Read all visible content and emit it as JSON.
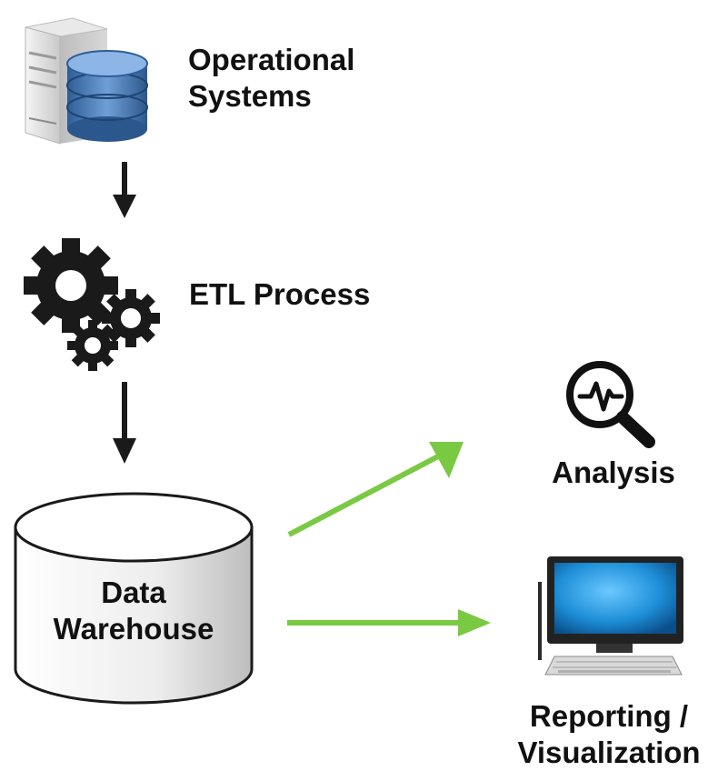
{
  "nodes": {
    "operational": {
      "line1": "Operational",
      "line2": "Systems",
      "icon": "server-database-icon"
    },
    "etl": {
      "label": "ETL Process",
      "icon": "gears-icon"
    },
    "warehouse": {
      "line1": "Data",
      "line2": "Warehouse",
      "icon": "cylinder-icon"
    },
    "analysis": {
      "label": "Analysis",
      "icon": "magnifier-pulse-icon"
    },
    "reporting": {
      "line1": "Reporting /",
      "line2": "Visualization",
      "icon": "computer-monitor-icon"
    }
  },
  "colors": {
    "flow_arrow": "#1a1a1a",
    "output_arrow": "#7ac943",
    "screen": "#1e8fd8"
  }
}
